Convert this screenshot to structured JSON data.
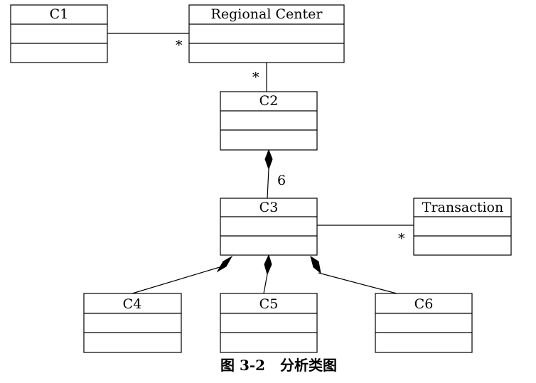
{
  "classes": {
    "c1": "C1",
    "regional_center": "Regional Center",
    "c2": "C2",
    "c3": "C3",
    "transaction": "Transaction",
    "c4": "C4",
    "c5": "C5",
    "c6": "C6"
  },
  "multiplicities": {
    "c1_regional": "*",
    "regional_c2": "*",
    "c2_c3": "6",
    "c3_transaction": "*"
  },
  "caption": "图 3-2   分析类图"
}
